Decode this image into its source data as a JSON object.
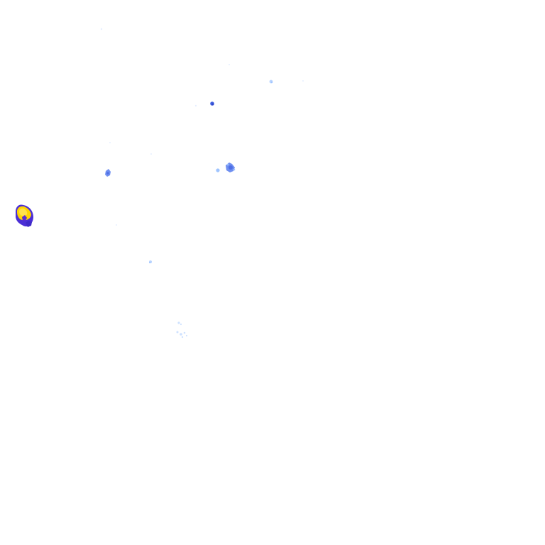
{
  "image": {
    "kind": "radar-reflectivity-overlay",
    "background_color": "#ffffff",
    "palette": {
      "trace": "#e8f2ff",
      "very_light": "#cfe2ff",
      "light": "#9fc4ff",
      "medium": "#6f8ff0",
      "strong": "#3f5fdf",
      "intense": "#4b2fd6",
      "core": "#ffd400",
      "core_inner": "#ffe24a",
      "outline": "#2a2aa8"
    },
    "echo_cells": [
      {
        "name": "echo-cell-main",
        "intensity": "core"
      },
      {
        "name": "echo-cell-center",
        "intensity": "medium"
      },
      {
        "name": "echo-cell-left",
        "intensity": "medium"
      },
      {
        "name": "echo-cell-upper",
        "intensity": "strong"
      },
      {
        "name": "echo-cell-upper-right",
        "intensity": "very_light"
      },
      {
        "name": "echo-cell-lower-mid",
        "intensity": "light"
      },
      {
        "name": "echo-cell-lower-scatter",
        "intensity": "trace"
      }
    ]
  }
}
